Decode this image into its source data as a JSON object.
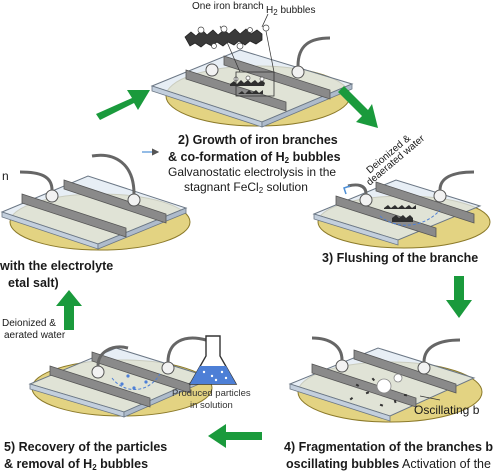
{
  "colors": {
    "arrow": "#1a9a3c",
    "electrolyte": "#e3d382",
    "glass": "#dfe8f2",
    "rail": "#8a8a8a",
    "water": "#4d7fd6"
  },
  "top": {
    "label_branch": "One iron branch",
    "label_bubbles_prefix": "H",
    "label_bubbles_sub": "2",
    "label_bubbles_suffix": " bubbles"
  },
  "step2": {
    "title_line1": "2) Growth of iron branches",
    "title_line2_prefix": "& co-formation of H",
    "title_line2_sub": "2",
    "title_line2_suffix": " bubbles",
    "desc_line1": "Galvanostatic electrolysis in the",
    "desc_line2_prefix": "stagnant FeCl",
    "desc_line2_sub": "2",
    "desc_line2_suffix": " solution"
  },
  "step1": {
    "fragment_top": "n",
    "title_line1": "with the electrolyte",
    "title_line2": "etal salt)"
  },
  "step3": {
    "water_label_line1": "Deionized &",
    "water_label_line2": "deaerated water",
    "title": "3) Flushing of the branche"
  },
  "step5": {
    "water_label_line1": "Deionized &",
    "water_label_line2": "aerated water",
    "flask_label_line1": "Produced particles",
    "flask_label_line2": "in solution",
    "title_line1": "5) Recovery of the particles",
    "title_line2_prefix": "& removal of H",
    "title_line2_sub": "2",
    "title_line2_suffix": " bubbles"
  },
  "step4": {
    "oscillating_label": "Oscillating b",
    "title_line1": "4) Fragmentation of the branches b",
    "title_line2_bold": "oscillating bubbles",
    "title_line2_rest": " Activation of the"
  }
}
